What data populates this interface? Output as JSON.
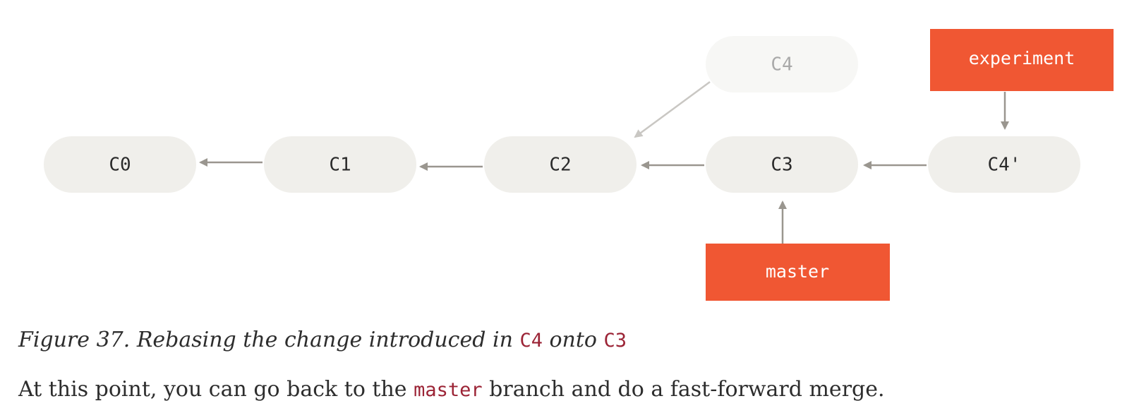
{
  "diagram": {
    "commits": {
      "c0": "C0",
      "c1": "C1",
      "c2": "C2",
      "c3": "C3",
      "c4_original": "C4",
      "c4_rebased": "C4'"
    },
    "branches": {
      "experiment": "experiment",
      "master": "master"
    },
    "colors": {
      "commit_fill": "#f0efeb",
      "ghost_commit_fill": "#f7f7f5",
      "branch_fill": "#f05733",
      "arrow": "#9a968f",
      "ghost_arrow": "#c9c7c3"
    }
  },
  "caption": {
    "prefix": "Figure 37. Rebasing the change introduced in ",
    "code1": "C4",
    "middle": " onto ",
    "code2": "C3"
  },
  "body": {
    "prefix": "At this point, you can go back to the ",
    "code": "master",
    "suffix": " branch and do a fast-forward merge."
  }
}
